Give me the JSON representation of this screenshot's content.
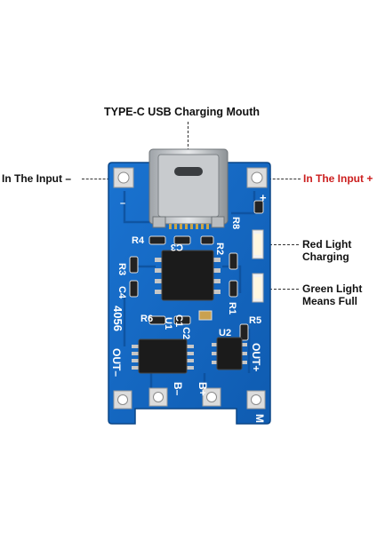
{
  "annotations": {
    "top": "TYPE-C USB Charging Mouth",
    "input_minus": "In The Input –",
    "input_plus": "In The Input +",
    "red_light_line1": "Red Light",
    "red_light_line2": "Charging",
    "green_light_line1": "Green Light",
    "green_light_line2": "Means Full"
  },
  "silkscreen": {
    "r8": "R8",
    "plus": "+",
    "r4": "R4",
    "c3": "C3",
    "r2": "R2",
    "r3": "R3",
    "c4": "C4",
    "r1": "R1",
    "r6": "R6",
    "c1": "C1",
    "c2": "C2",
    "u1": "U1",
    "r5": "R5",
    "u2": "U2",
    "model": "4056",
    "out_minus": "OUT–",
    "out_plus": "OUT+",
    "b_minus": "B–",
    "b_plus": "B+",
    "m": "M",
    "minus": "–"
  },
  "colors": {
    "board": "#1565c0",
    "board_dark": "#0d4a94",
    "pad": "#d9d9d9",
    "label_red": "#cc1f1f"
  }
}
